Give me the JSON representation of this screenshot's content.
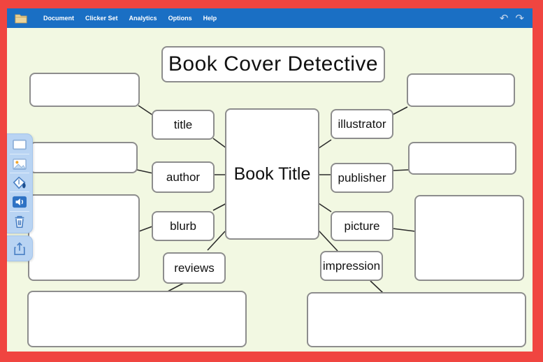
{
  "menu_bar": {
    "items": [
      "Document",
      "Clicker Set",
      "Analytics",
      "Options",
      "Help"
    ]
  },
  "toolbar": {
    "tools": [
      "frame-tool",
      "picture-tool",
      "fill-tool",
      "speaker-tool",
      "trash-tool",
      "share-tool"
    ]
  },
  "diagram": {
    "banner": "Book Cover Detective",
    "center": "Book Title",
    "labels": [
      "title",
      "author",
      "blurb",
      "reviews",
      "illustrator",
      "publisher",
      "picture",
      "impression"
    ]
  },
  "colors": {
    "frame": "#f04540",
    "menu_bar": "#1a6fc4",
    "canvas": "#f2f8e2",
    "toolbar_panel": "#b9d4f3",
    "box_border": "#8d8d8d",
    "connector": "#2b2b2b"
  }
}
